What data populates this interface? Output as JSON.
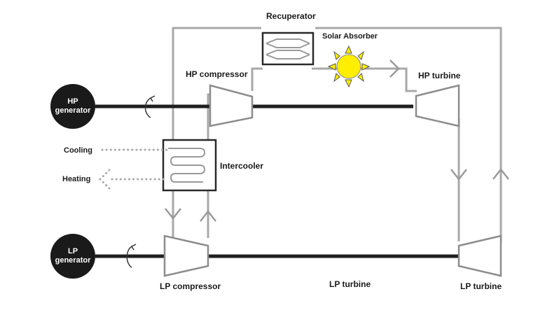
{
  "labels": {
    "recuperator": "Recuperator",
    "solar_absorber": "Solar Absorber",
    "hp_compressor": "HP compressor",
    "hp_turbine": "HP turbine",
    "intercooler": "Intercooler",
    "cooling": "Cooling",
    "heating": "Heating",
    "lp_compressor": "LP compressor",
    "lp_turbine_center": "LP turbine",
    "lp_turbine_right": "LP turbine"
  },
  "generators": {
    "hp_line1": "HP",
    "hp_line2": "generator",
    "lp_line1": "LP",
    "lp_line2": "generator"
  },
  "colors": {
    "sun": "#ffee00",
    "pipe": "#a8a8a8",
    "shaft": "#1f1f1f",
    "generator": "#1a1a1a"
  }
}
